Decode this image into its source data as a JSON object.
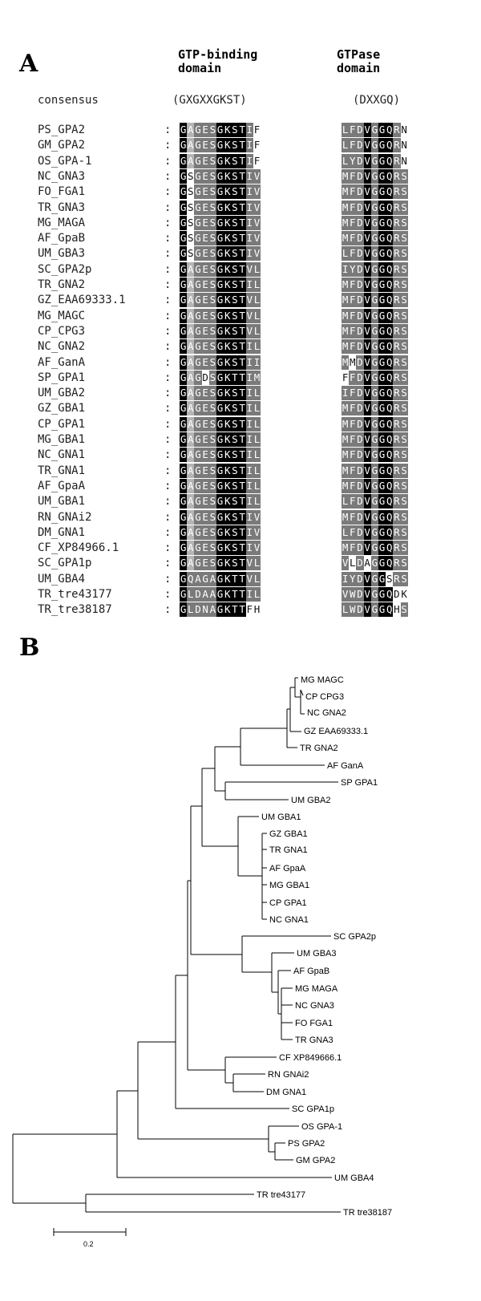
{
  "panel_a": {
    "label": "A",
    "gtp_header": "GTP-binding\ndomain",
    "gtpase_header": "GTPase\ndomain",
    "consensus_label": "consensus",
    "consensus_gtp": "(GXGXXGKST)",
    "consensus_gtpase": "(DXXGQ)",
    "colon": ":",
    "rows": [
      {
        "name": "PS_GPA2",
        "m1": "GAGESGKSTIF",
        "c1": "kldddkkkkdw",
        "m2": "LFDVGGQRN",
        "c2": "dddkdkkdw"
      },
      {
        "name": "GM_GPA2",
        "m1": "GAGESGKSTIF",
        "c1": "kldddkkkkdw",
        "m2": "LFDVGGQRN",
        "c2": "dddkdkkdw"
      },
      {
        "name": "OS_GPA-1",
        "m1": "GAGESGKSTIF",
        "c1": "kldddkkkkdw",
        "m2": "LYDVGGQRN",
        "c2": "dddkdkkdw"
      },
      {
        "name": "NC_GNA3",
        "m1": "GSGESGKSTIV",
        "c1": "kwdddkkkkdd",
        "m2": "MFDVGGQRS",
        "c2": "dddkdkkdd"
      },
      {
        "name": "FO_FGA1",
        "m1": "GSGESGKSTIV",
        "c1": "kwdddkkkkdd",
        "m2": "MFDVGGQRS",
        "c2": "dddkdkkdd"
      },
      {
        "name": "TR_GNA3",
        "m1": "GSGESGKSTIV",
        "c1": "kwdddkkkkdd",
        "m2": "MFDVGGQRS",
        "c2": "dddkdkkdd"
      },
      {
        "name": "MG_MAGA",
        "m1": "GSGESGKSTIV",
        "c1": "kwdddkkkkdd",
        "m2": "MFDVGGQRS",
        "c2": "dddkdkkdd"
      },
      {
        "name": "AF_GpaB",
        "m1": "GSGESGKSTIV",
        "c1": "kwdddkkkkdd",
        "m2": "MFDVGGQRS",
        "c2": "dddkdkkdd"
      },
      {
        "name": "UM_GBA3",
        "m1": "GSGESGKSTIV",
        "c1": "kwdddkkkkdd",
        "m2": "LFDVGGQRS",
        "c2": "dddkdkkdd"
      },
      {
        "name": "SC_GPA2p",
        "m1": "GAGESGKSTVL",
        "c1": "kldddkkkkdd",
        "m2": "IYDVGGQRS",
        "c2": "dddkdkkdd"
      },
      {
        "name": "TR_GNA2",
        "m1": "GAGESGKSTIL",
        "c1": "kldddkkkkdd",
        "m2": "MFDVGGQRS",
        "c2": "dddkdkkdd"
      },
      {
        "name": "GZ_EAA69333.1",
        "m1": "GAGESGKSTVL",
        "c1": "kldddkkkkdd",
        "m2": "MFDVGGQRS",
        "c2": "dddkdkkdd"
      },
      {
        "name": "MG_MAGC",
        "m1": "GAGESGKSTVL",
        "c1": "kldddkkkkdd",
        "m2": "MFDVGGQRS",
        "c2": "dddkdkkdd"
      },
      {
        "name": "CP_CPG3",
        "m1": "GAGESGKSTVL",
        "c1": "kldddkkkkdd",
        "m2": "MFDVGGQRS",
        "c2": "dddkdkkdd"
      },
      {
        "name": "NC_GNA2",
        "m1": "GAGESGKSTIL",
        "c1": "kldddkkkkdd",
        "m2": "MFDVGGQRS",
        "c2": "dddkdkkdd"
      },
      {
        "name": "AF_GanA",
        "m1": "GAGESGKSTII",
        "c1": "kldddkkkkdd",
        "m2": "MMDVGGQRS",
        "c2": "dwdkdkkdd"
      },
      {
        "name": "SP_GPA1",
        "m1": "GAGDSGKTTIM",
        "c1": "kldwdkkkkdd",
        "m2": "FFDVGGQRS",
        "c2": "wddkdkkdd"
      },
      {
        "name": "UM_GBA2",
        "m1": "GAGESGKSTIL",
        "c1": "kldddkkkkdd",
        "m2": "IFDVGGQRS",
        "c2": "dddkdkkdd"
      },
      {
        "name": "GZ_GBA1",
        "m1": "GAGESGKSTIL",
        "c1": "kldddkkkkdd",
        "m2": "MFDVGGQRS",
        "c2": "dddkdkkdd"
      },
      {
        "name": "CP_GPA1",
        "m1": "GAGESGKSTIL",
        "c1": "kldddkkkkdd",
        "m2": "MFDVGGQRS",
        "c2": "dddkdkkdd"
      },
      {
        "name": "MG_GBA1",
        "m1": "GAGESGKSTIL",
        "c1": "kldddkkkkdd",
        "m2": "MFDVGGQRS",
        "c2": "dddkdkkdd"
      },
      {
        "name": "NC_GNA1",
        "m1": "GAGESGKSTIL",
        "c1": "kldddkkkkdd",
        "m2": "MFDVGGQRS",
        "c2": "dddkdkkdd"
      },
      {
        "name": "TR_GNA1",
        "m1": "GAGESGKSTIL",
        "c1": "kldddkkkkdd",
        "m2": "MFDVGGQRS",
        "c2": "dddkdkkdd"
      },
      {
        "name": "AF_GpaA",
        "m1": "GAGESGKSTIL",
        "c1": "kldddkkkkdd",
        "m2": "MFDVGGQRS",
        "c2": "dddkdkkdd"
      },
      {
        "name": "UM_GBA1",
        "m1": "GAGESGKSTIL",
        "c1": "kldddkkkkdd",
        "m2": "LFDVGGQRS",
        "c2": "dddkdkkdd"
      },
      {
        "name": "RN_GNAi2",
        "m1": "GAGESGKSTIV",
        "c1": "kldddkkkkdd",
        "m2": "MFDVGGQRS",
        "c2": "dddkdkkdd"
      },
      {
        "name": "DM_GNA1",
        "m1": "GAGESGKSTIV",
        "c1": "kldddkkkkdd",
        "m2": "LFDVGGQRS",
        "c2": "dddkdkkdd"
      },
      {
        "name": "CF_XP84966.1",
        "m1": "GAGESGKSTIV",
        "c1": "kldddkkkkdd",
        "m2": "MFDVGGQRS",
        "c2": "dddkdkkdd"
      },
      {
        "name": "SC_GPA1p",
        "m1": "GAGESGKSTVL",
        "c1": "kldddkkkkdd",
        "m2": "VLDAGGQRS",
        "c2": "dwdwdkkdd"
      },
      {
        "name": "UM_GBA4",
        "m1": "GQAGAGKTTVL",
        "c1": "kddddkkkkdd",
        "m2": "IYDVGGSRS",
        "c2": "dddkdkwdd"
      },
      {
        "name": "TR_tre43177",
        "m1": "GLDAAGKTTIL",
        "c1": "kddddkkkkdd",
        "m2": "VWDVGGQDK",
        "c2": "dddkdkkww"
      },
      {
        "name": "TR_tre38187",
        "m1": "GLDNAGKTTFH",
        "c1": "kddddkkkkww",
        "m2": "LWDVGGQHS",
        "c2": "dddkdkkwd"
      }
    ]
  },
  "panel_b": {
    "label": "B",
    "scale_label": "0.2",
    "leaves": [
      {
        "id": "MG MAGC",
        "text": "MG MAGC"
      },
      {
        "id": "CP CPG3",
        "text": "CP CPG3"
      },
      {
        "id": "NC GNA2",
        "text": "NC GNA2"
      },
      {
        "id": "GZ EAA69333.1",
        "text": "GZ EAA69333.1"
      },
      {
        "id": "TR GNA2",
        "text": "TR GNA2"
      },
      {
        "id": "AF GanA",
        "text": "AF GanA"
      },
      {
        "id": "SP GPA1",
        "text": "SP GPA1"
      },
      {
        "id": "UM GBA2",
        "text": "UM GBA2"
      },
      {
        "id": "UM GBA1",
        "text": "UM GBA1"
      },
      {
        "id": "GZ GBA1",
        "text": "GZ GBA1"
      },
      {
        "id": "TR GNA1",
        "text": "TR GNA1"
      },
      {
        "id": "AF GpaA",
        "text": "AF GpaA"
      },
      {
        "id": "MG GBA1",
        "text": "MG GBA1"
      },
      {
        "id": "CP GPA1",
        "text": "CP GPA1"
      },
      {
        "id": "NC GNA1",
        "text": "NC GNA1"
      },
      {
        "id": "SC GPA2p",
        "text": "SC GPA2p"
      },
      {
        "id": "UM GBA3",
        "text": "UM GBA3"
      },
      {
        "id": "AF GpaB",
        "text": "AF GpaB"
      },
      {
        "id": "MG MAGA",
        "text": "MG MAGA"
      },
      {
        "id": "NC GNA3",
        "text": "NC GNA3"
      },
      {
        "id": "FO FGA1",
        "text": "FO FGA1"
      },
      {
        "id": "TR GNA3",
        "text": "TR GNA3"
      },
      {
        "id": "CF XP849666.1",
        "text": "CF XP849666.1"
      },
      {
        "id": "RN GNAi2",
        "text": "RN GNAi2"
      },
      {
        "id": "DM GNA1",
        "text": "DM GNA1"
      },
      {
        "id": "SC GPA1p",
        "text": "SC GPA1p"
      },
      {
        "id": "OS GPA-1",
        "text": "OS GPA-1"
      },
      {
        "id": "PS GPA2",
        "text": "PS GPA2"
      },
      {
        "id": "GM GPA2",
        "text": "GM GPA2"
      },
      {
        "id": "UM GBA4",
        "text": "UM GBA4"
      },
      {
        "id": "TR tre43177",
        "text": "TR tre43177"
      },
      {
        "id": "TR tre38187",
        "text": "TR tre38187"
      }
    ]
  }
}
